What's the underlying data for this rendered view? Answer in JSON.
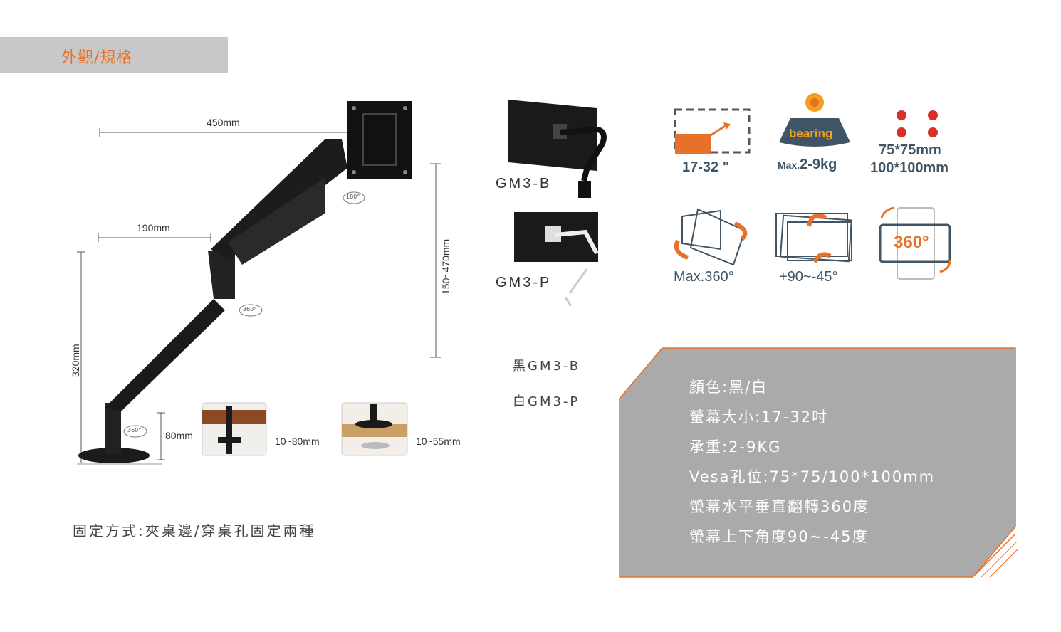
{
  "header": {
    "title": "外觀/規格"
  },
  "dimensions": {
    "arm_length": "450mm",
    "segment_length": "190mm",
    "height": "320mm",
    "vertical_range": "150~470mm",
    "base_height": "80mm",
    "clamp_range": "10~80mm",
    "grommet_range": "10~55mm",
    "rot_top": "180°",
    "rot_mid": "360°",
    "rot_base": "360°"
  },
  "models": [
    {
      "label": "GM3-B"
    },
    {
      "label": "GM3-P"
    }
  ],
  "colors": [
    {
      "label": "黑GM3-B"
    },
    {
      "label": "白GM3-P"
    }
  ],
  "features": {
    "screen_size": "17-32 \"",
    "bearing_badge": "bearing",
    "load_prefix": "Max.",
    "load_value": "2-9kg",
    "vesa1": "75*75mm",
    "vesa2": "100*100mm",
    "swivel": "Max.360°",
    "tilt": "+90~-45°",
    "rotate": "360°"
  },
  "specs": [
    "顏色:黑/白",
    "螢幕大小:17-32吋",
    "承重:2-9KG",
    "Vesa孔位:75*75/100*100mm",
    "螢幕水平垂直翻轉360度",
    "螢幕上下角度90~-45度"
  ],
  "mount_text": "固定方式:夾桌邊/穿桌孔固定兩種",
  "palette": {
    "accent": "#e8712a",
    "panel": "#aaaaaa",
    "icon_dark": "#3f5566"
  }
}
